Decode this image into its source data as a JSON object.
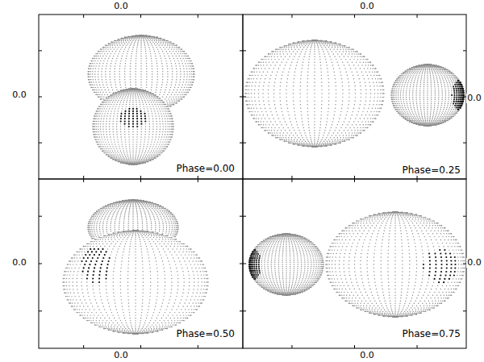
{
  "diagram": {
    "labels": [
      "0.0",
      "0.0",
      "0.0",
      "0.0",
      "Phase=0.00",
      "Phase=0.25",
      "0.0",
      "Phase=0.50",
      "0.0",
      "Phase=0.75",
      "0.0",
      "0.0"
    ]
  }
}
